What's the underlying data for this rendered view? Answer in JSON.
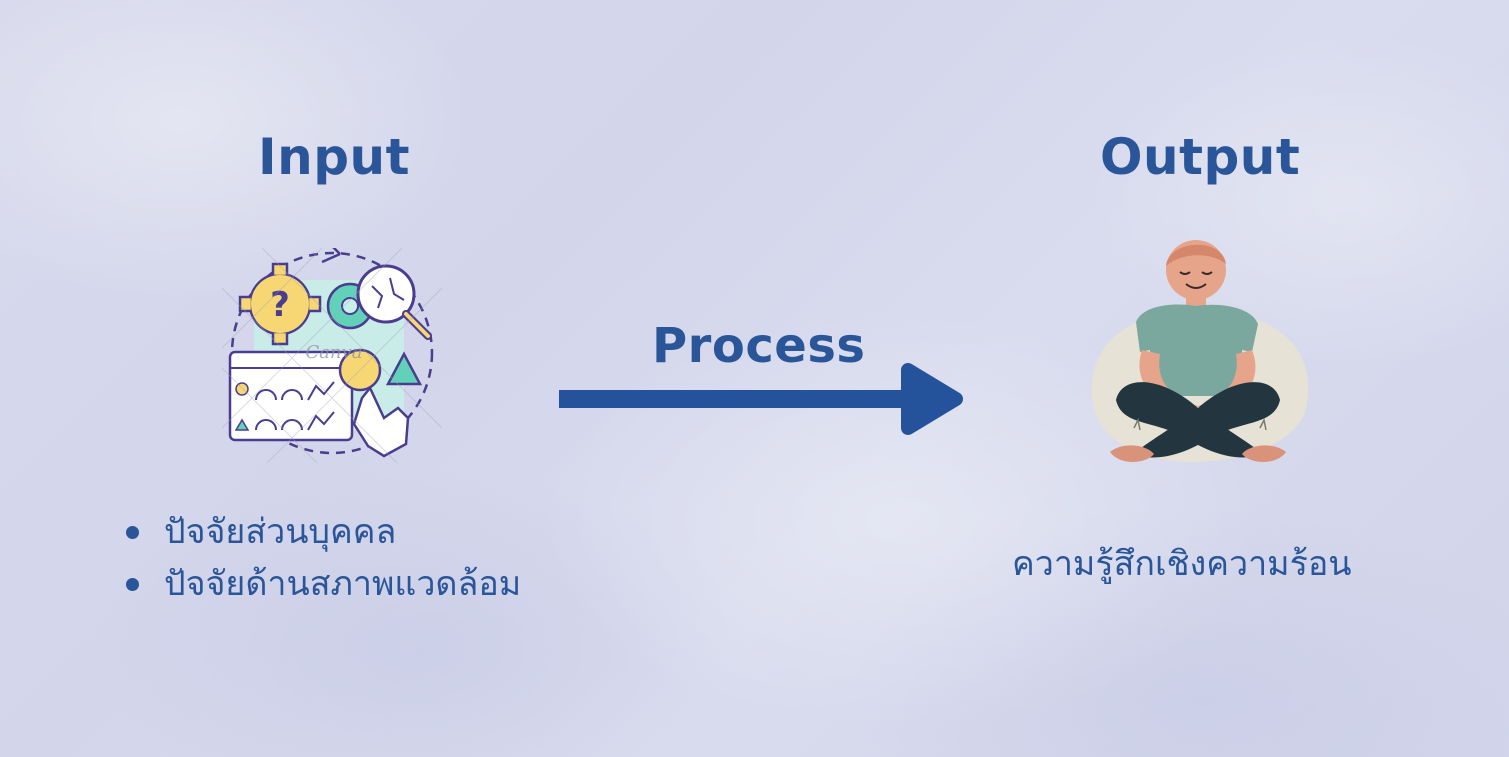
{
  "input": {
    "title": "Input",
    "items": [
      "ปัจจัยส่วนบุคคล",
      "ปัจจัยด้านสภาพแวดล้อม"
    ],
    "icon": "data-analysis-icon"
  },
  "process": {
    "title": "Process",
    "icon": "right-arrow-icon"
  },
  "output": {
    "title": "Output",
    "text": "ความรู้สึกเชิงความร้อน",
    "icon": "meditating-person-icon"
  },
  "watermark": "Canva",
  "colors": {
    "text": "#2a5598",
    "arrow": "#24539b",
    "background": "#d6d8ec"
  }
}
